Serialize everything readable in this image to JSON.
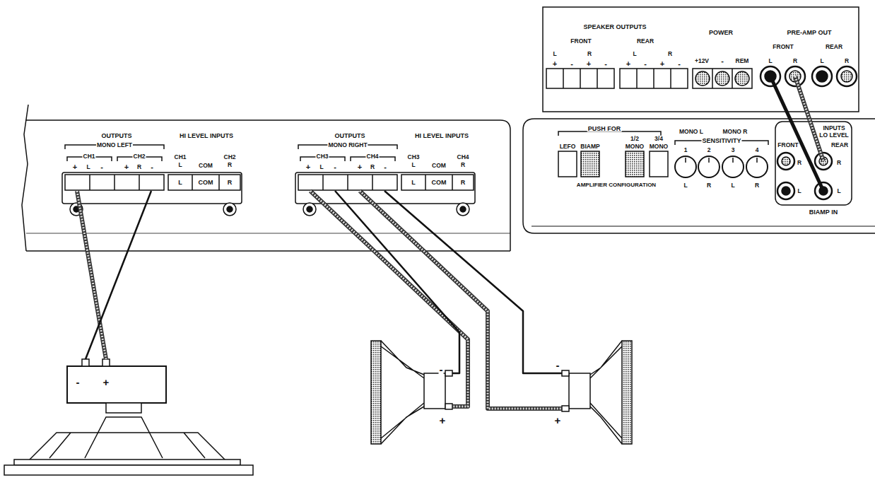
{
  "diagram": {
    "nodes": [
      {
        "text": [
          "SPEAKER OUTPUTS",
          "POWER",
          "PRE-AMP OUT"
        ]
      },
      {
        "text": [
          "PUSH FOR",
          "AMPLIFIER CONFIGURATION",
          "SENSITIVITY",
          "BIAMP IN"
        ]
      },
      {
        "text": [
          "OUTPUTS",
          "HI LEVEL INPUTS",
          "OUTPUTS",
          "HI LEVEL INPUTS"
        ]
      },
      {
        "text": [
          "L",
          "COM",
          "R"
        ],
        "in": 2
      },
      {
        "text": [
          "L",
          "COM",
          "R"
        ],
        "in": 2
      },
      {
        "text": [
          "-",
          "+"
        ]
      },
      {
        "text": [
          "-",
          "+"
        ]
      },
      {
        "text": [
          "-",
          "+"
        ]
      }
    ],
    "edges": [
      {
        "from": 0,
        "to": 1,
        "arrow": "none"
      },
      {
        "from": 0,
        "to": 1,
        "arrow": "none"
      },
      {
        "from": 3,
        "to": 5,
        "arrow": "none"
      },
      {
        "from": 3,
        "to": 5,
        "arrow": "none"
      },
      {
        "from": 4,
        "to": 6,
        "arrow": "none"
      },
      {
        "from": 4,
        "to": 6,
        "arrow": "none"
      },
      {
        "from": 4,
        "to": 7,
        "arrow": "none"
      },
      {
        "from": 4,
        "to": 7,
        "arrow": "none"
      }
    ],
    "labels": [
      "FRONT",
      "L",
      "R",
      "REAR",
      "L",
      "R",
      "+",
      "-",
      "+",
      "-",
      "+",
      "-",
      "+",
      "-",
      "+12V",
      "-",
      "REM",
      "FRONT",
      "L",
      "R",
      "REAR",
      "L",
      "R",
      "LEFO",
      "BIAMP",
      "1/2",
      "MONO",
      "3/4",
      "MONO",
      "MONO L",
      "MONO R",
      "1",
      "2",
      "3",
      "4",
      "L",
      "R",
      "L",
      "R",
      "INPUTS",
      "LO LEVEL",
      "FRONT",
      "R",
      "REAR",
      "R",
      "L",
      "L",
      "CH1",
      "+",
      "L",
      "-",
      "CH2",
      "+",
      "R",
      "-",
      "MONO LEFT",
      "CH1",
      "L",
      "COM",
      "CH2",
      "R",
      "CH3",
      "+",
      "L",
      "-",
      "CH4",
      "+",
      "R",
      "-",
      "MONO RIGHT",
      "CH3",
      "L",
      "COM",
      "CH4",
      "R"
    ]
  }
}
